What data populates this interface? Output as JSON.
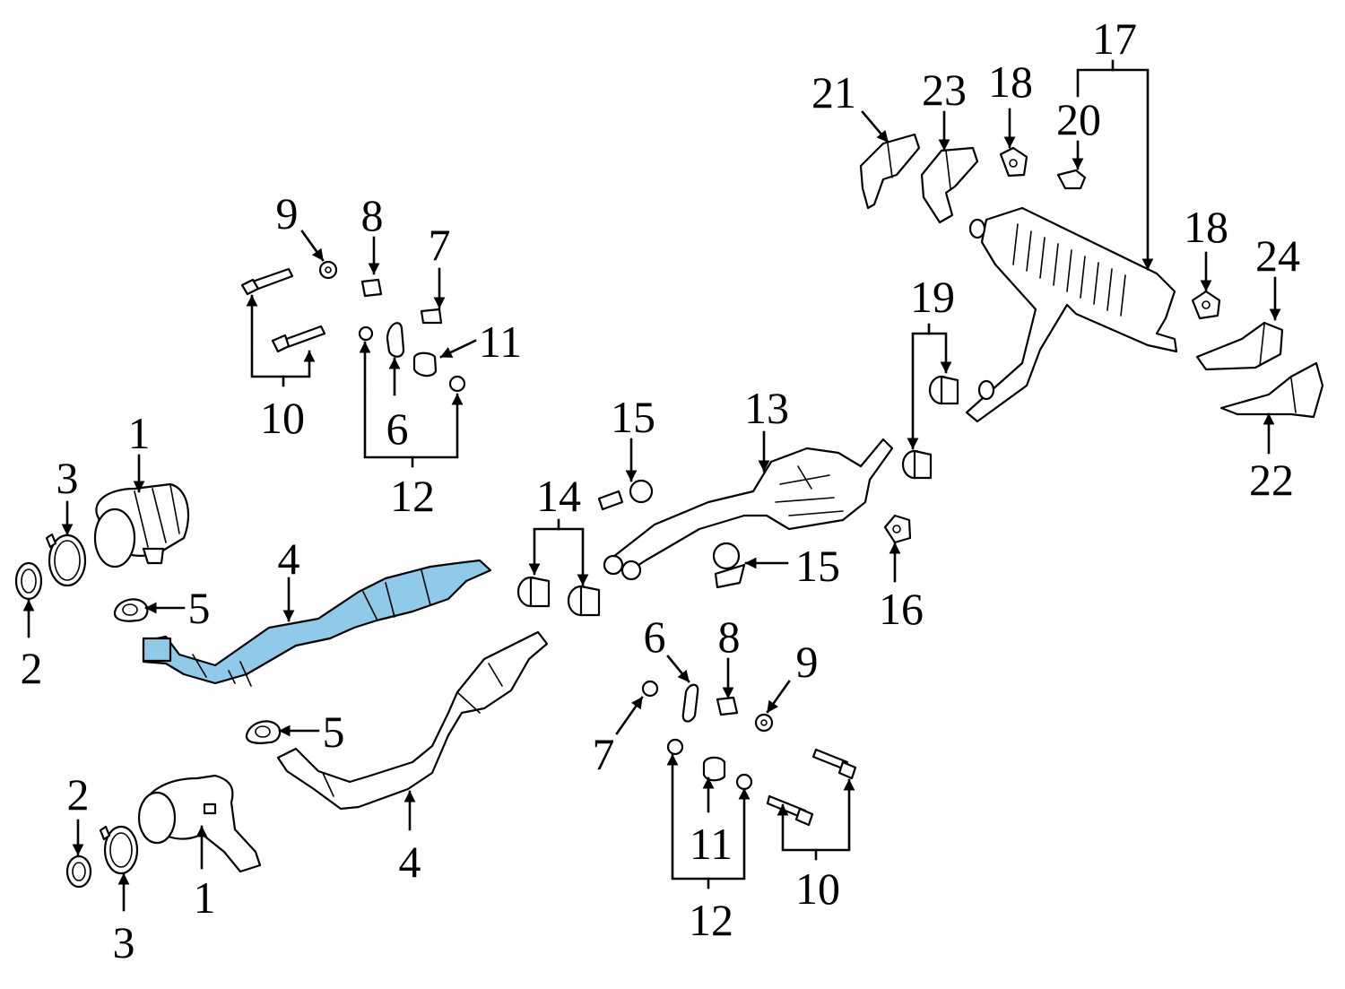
{
  "colors": {
    "highlight": "#8fcbe8",
    "line": "#000000",
    "background": "#ffffff"
  },
  "callouts": [
    {
      "id": "c1a",
      "text": "1"
    },
    {
      "id": "c1b",
      "text": "1"
    },
    {
      "id": "c2a",
      "text": "2"
    },
    {
      "id": "c2b",
      "text": "2"
    },
    {
      "id": "c3a",
      "text": "3"
    },
    {
      "id": "c3b",
      "text": "3"
    },
    {
      "id": "c4a",
      "text": "4"
    },
    {
      "id": "c4b",
      "text": "4"
    },
    {
      "id": "c5a",
      "text": "5"
    },
    {
      "id": "c5b",
      "text": "5"
    },
    {
      "id": "c6a",
      "text": "6"
    },
    {
      "id": "c6b",
      "text": "6"
    },
    {
      "id": "c7a",
      "text": "7"
    },
    {
      "id": "c7b",
      "text": "7"
    },
    {
      "id": "c8a",
      "text": "8"
    },
    {
      "id": "c8b",
      "text": "8"
    },
    {
      "id": "c9a",
      "text": "9"
    },
    {
      "id": "c9b",
      "text": "9"
    },
    {
      "id": "c10a",
      "text": "10"
    },
    {
      "id": "c10b",
      "text": "10"
    },
    {
      "id": "c11a",
      "text": "11"
    },
    {
      "id": "c11b",
      "text": "11"
    },
    {
      "id": "c12a",
      "text": "12"
    },
    {
      "id": "c12b",
      "text": "12"
    },
    {
      "id": "c13",
      "text": "13"
    },
    {
      "id": "c14",
      "text": "14"
    },
    {
      "id": "c15a",
      "text": "15"
    },
    {
      "id": "c15b",
      "text": "15"
    },
    {
      "id": "c16",
      "text": "16"
    },
    {
      "id": "c17",
      "text": "17"
    },
    {
      "id": "c18a",
      "text": "18"
    },
    {
      "id": "c18b",
      "text": "18"
    },
    {
      "id": "c19",
      "text": "19"
    },
    {
      "id": "c20",
      "text": "20"
    },
    {
      "id": "c21",
      "text": "21"
    },
    {
      "id": "c22",
      "text": "22"
    },
    {
      "id": "c23",
      "text": "23"
    },
    {
      "id": "c24",
      "text": "24"
    }
  ]
}
